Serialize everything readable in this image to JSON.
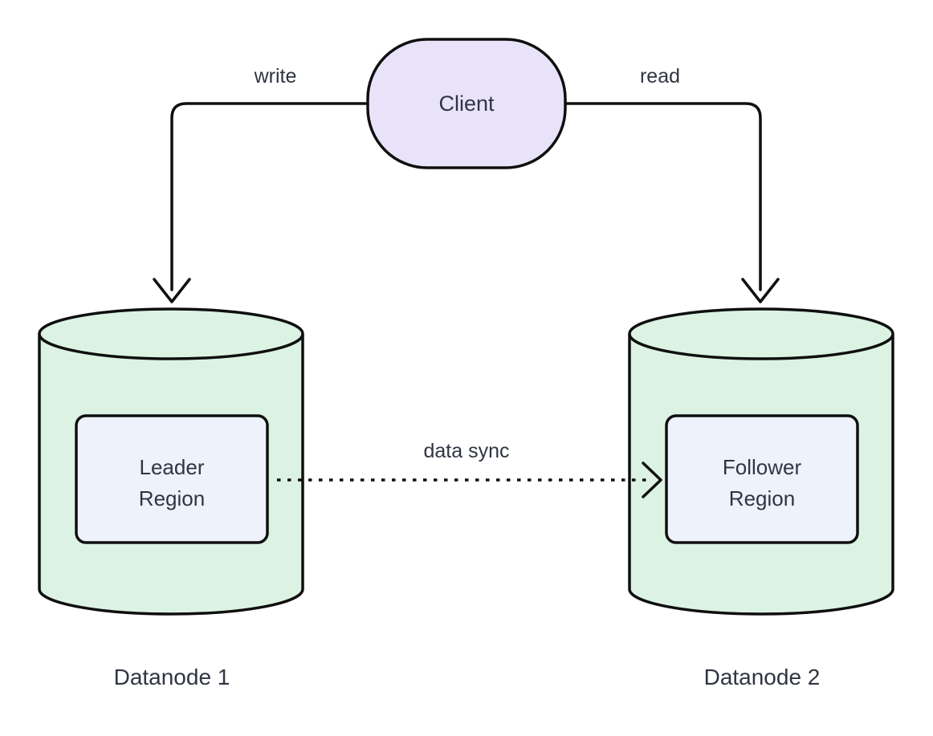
{
  "diagram": {
    "title_hint": "client read-write replication diagram",
    "colors": {
      "client_fill": "#e9e3f9",
      "cylinder_fill": "#dcf3e3",
      "region_fill": "#eef2fb",
      "stroke": "#0f0f0f",
      "text": "#2f3542",
      "background": "#ffffff"
    },
    "client": {
      "label": "Client"
    },
    "edges": {
      "write": {
        "label": "write",
        "style": "solid",
        "from": "Client",
        "to": "Datanode 1"
      },
      "read": {
        "label": "read",
        "style": "solid",
        "from": "Client",
        "to": "Datanode 2"
      },
      "sync": {
        "label": "data sync",
        "style": "dotted",
        "from": "Leader Region",
        "to": "Follower Region"
      }
    },
    "datanode1": {
      "caption": "Datanode 1",
      "region_line1": "Leader",
      "region_line2": "Region"
    },
    "datanode2": {
      "caption": "Datanode 2",
      "region_line1": "Follower",
      "region_line2": "Region"
    }
  }
}
